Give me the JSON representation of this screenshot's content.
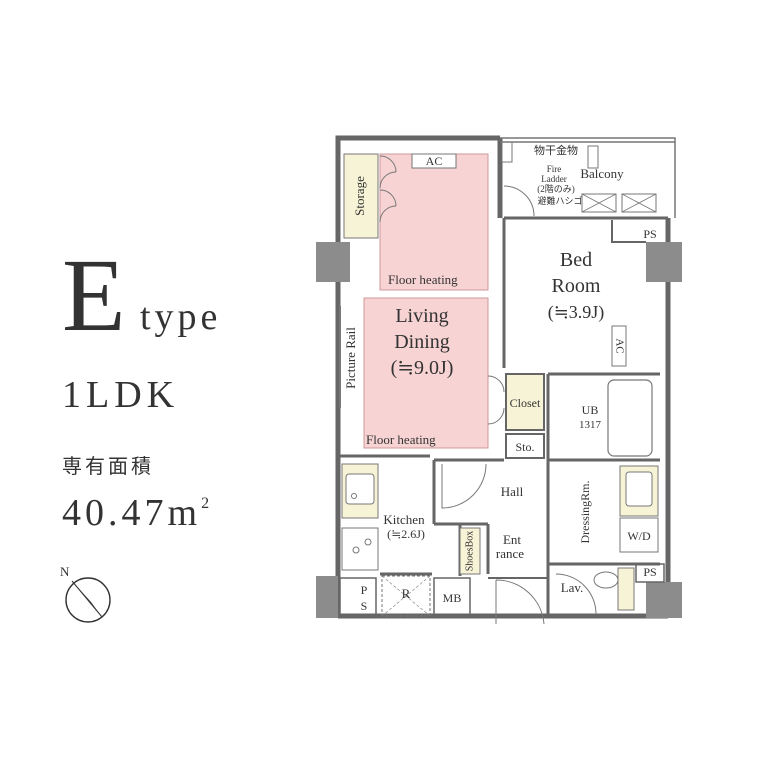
{
  "heading": {
    "type_letter": "E",
    "type_word": "type",
    "layout_code": "1LDK",
    "area_label": "専有面積",
    "area_value": "40.47m",
    "area_superscript": "2"
  },
  "compass": {
    "label": "N"
  },
  "rooms": {
    "ac_top": "AC",
    "storage": "Storage",
    "floor_heating_1": "Floor heating",
    "living_line1": "Living",
    "living_line2": "Dining",
    "living_line3": "(≒9.0J)",
    "floor_heating_2": "Floor heating",
    "picture_rail": "Picture Rail",
    "balcony": "Balcony",
    "hoshi": "物干金物",
    "fire_line1": "Fire",
    "fire_line2": "Ladder",
    "fire_line3": "(2階のみ)",
    "fire_line4": "避難ハシゴ",
    "ps_top": "PS",
    "bed_line1": "Bed",
    "bed_line2": "Room",
    "bed_line3": "(≒3.9J)",
    "ac_bed": "AC",
    "closet": "Closet",
    "ub_line1": "UB",
    "ub_line2": "1317",
    "sto": "Sto.",
    "hall": "Hall",
    "dressing": "DressingRm.",
    "wd": "W/D",
    "kitchen_line1": "Kitchen",
    "kitchen_line2": "(≒2.6J)",
    "shoes_box": "ShoesBox",
    "ent_line1": "Ent",
    "ent_line2": "rance",
    "lav": "Lav.",
    "ps_bottom": "PS",
    "ps_kitchen_p": "P",
    "ps_kitchen_s": "S",
    "fridge": "R",
    "mb": "MB"
  },
  "colors": {
    "floor_heating": "#f7d3d3",
    "storage_fill": "#f7f3d6",
    "pillar": "#8c8c8c",
    "wall": "#666666"
  }
}
